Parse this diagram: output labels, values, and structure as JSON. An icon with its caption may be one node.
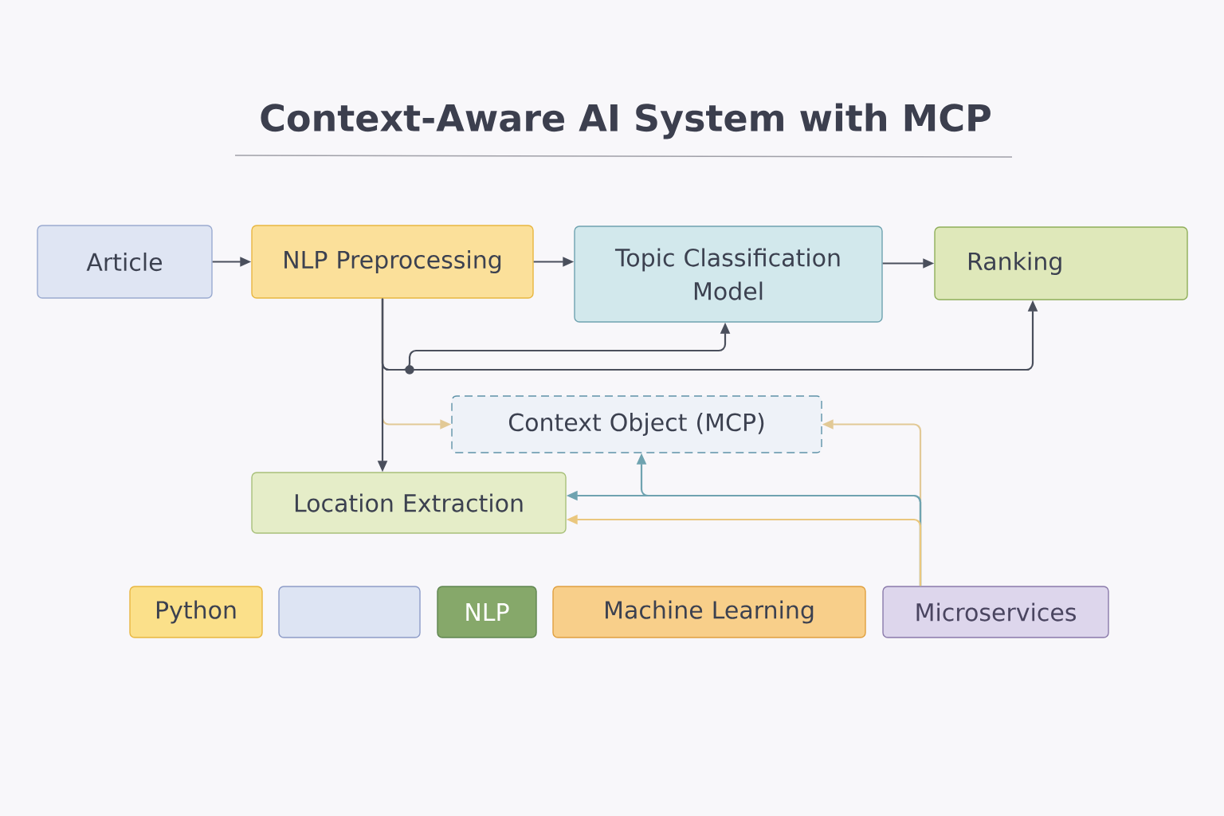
{
  "diagram": {
    "title": "Context-Aware AI System with MCP",
    "nodes": [
      {
        "text": [
          "Article"
        ]
      },
      {
        "text": [
          "NLP Preprocessing"
        ]
      },
      {
        "text": [
          "Topic Classification Model"
        ]
      },
      {
        "text": [
          "Ranking"
        ]
      },
      {
        "text": [
          "Context Object (MCP)"
        ]
      },
      {
        "text": [
          "Location Extraction"
        ]
      },
      {
        "text": [
          "Python"
        ]
      },
      {
        "text": [],
        "shape": "box"
      },
      {
        "text": [
          "NLP"
        ]
      },
      {
        "text": [
          "Machine Learning"
        ]
      },
      {
        "text": [
          "Microservices"
        ]
      }
    ],
    "edges": [
      {
        "from": 0,
        "to": 1,
        "arrow": "to"
      },
      {
        "from": 1,
        "to": 2,
        "arrow": "to"
      },
      {
        "from": 2,
        "to": 3,
        "arrow": "to"
      },
      {
        "from": 1,
        "to": 5,
        "arrow": "to"
      },
      {
        "from": 1,
        "to": 2,
        "arrow": "to"
      },
      {
        "from": 1,
        "to": 3,
        "arrow": "to"
      },
      {
        "from": 1,
        "to": 4,
        "arrow": "to",
        "color": "#e2c996"
      },
      {
        "from": 10,
        "to": 4,
        "arrow": "to",
        "color": "#e2c996"
      },
      {
        "from": 10,
        "to": 5,
        "arrow": "to",
        "color": "#6fa3b0"
      },
      {
        "from": 10,
        "to": 4,
        "arrow": "to",
        "color": "#6fa3b0"
      },
      {
        "from": 10,
        "to": 5,
        "arrow": "to",
        "color": "#eac77e"
      }
    ]
  }
}
